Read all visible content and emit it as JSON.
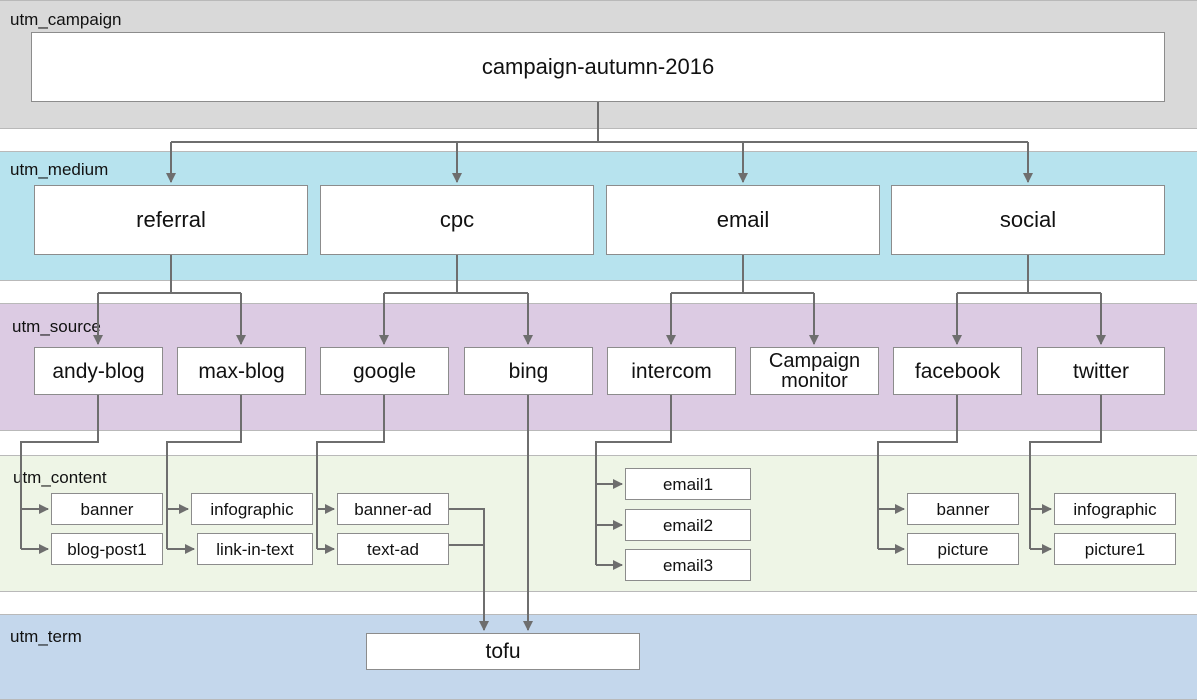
{
  "colors": {
    "campaign_band": "#d9d9d9",
    "medium_band": "#b7e3ee",
    "source_band": "#dccbe3",
    "content_band": "#eef5e6",
    "term_band": "#c4d7ec",
    "connector": "#6e6e6e"
  },
  "levels": {
    "campaign": "utm_campaign",
    "medium": "utm_medium",
    "source": "utm_source",
    "content": "utm_content",
    "term": "utm_term"
  },
  "campaign": {
    "name": "campaign-autumn-2016"
  },
  "mediums": [
    {
      "label": "referral"
    },
    {
      "label": "cpc"
    },
    {
      "label": "email"
    },
    {
      "label": "social"
    }
  ],
  "sources": [
    {
      "label": "andy-blog",
      "medium": "referral"
    },
    {
      "label": "max-blog",
      "medium": "referral"
    },
    {
      "label": "google",
      "medium": "cpc"
    },
    {
      "label": "bing",
      "medium": "cpc"
    },
    {
      "label": "intercom",
      "medium": "email"
    },
    {
      "label": "Campaign monitor",
      "medium": "email"
    },
    {
      "label": "facebook",
      "medium": "social"
    },
    {
      "label": "twitter",
      "medium": "social"
    }
  ],
  "contents": [
    {
      "label": "banner",
      "source": "andy-blog"
    },
    {
      "label": "blog-post1",
      "source": "andy-blog"
    },
    {
      "label": "infographic",
      "source": "max-blog"
    },
    {
      "label": "link-in-text",
      "source": "max-blog"
    },
    {
      "label": "banner-ad",
      "source": "google"
    },
    {
      "label": "text-ad",
      "source": "google"
    },
    {
      "label": "email1",
      "source": "intercom"
    },
    {
      "label": "email2",
      "source": "intercom"
    },
    {
      "label": "email3",
      "source": "intercom"
    },
    {
      "label": "banner",
      "source": "facebook"
    },
    {
      "label": "picture",
      "source": "facebook"
    },
    {
      "label": "infographic",
      "source": "twitter"
    },
    {
      "label": "picture1",
      "source": "twitter"
    }
  ],
  "term": {
    "label": "tofu"
  }
}
